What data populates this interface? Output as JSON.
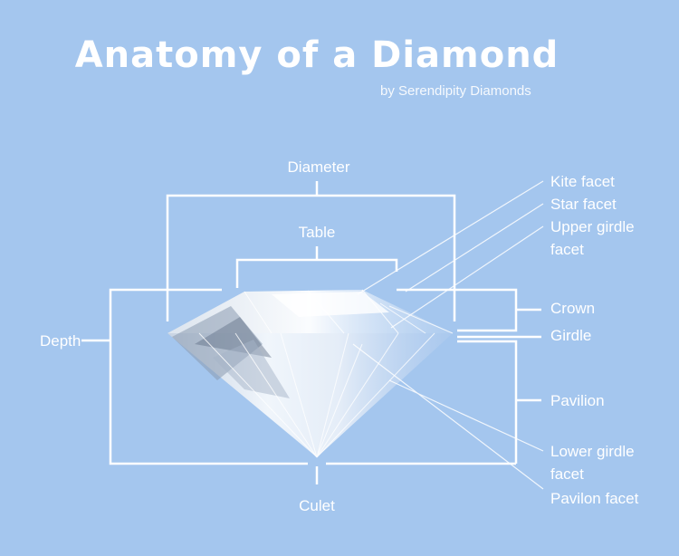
{
  "title": "Anatomy of a Diamond",
  "subtitle": "by Serendipity Diamonds",
  "labels": {
    "diameter": "Diameter",
    "table": "Table",
    "depth": "Depth",
    "culet": "Culet",
    "kite_facet": "Kite facet",
    "star_facet": "Star facet",
    "upper_girdle_1": "Upper girdle",
    "upper_girdle_2": "facet",
    "crown": "Crown",
    "girdle": "Girdle",
    "pavilion": "Pavilion",
    "lower_girdle_1": "Lower girdle",
    "lower_girdle_2": "facet",
    "pavilion_facet": "Pavilon facet"
  },
  "colors": {
    "background": "#a4c6ee",
    "line": "#ffffff"
  }
}
